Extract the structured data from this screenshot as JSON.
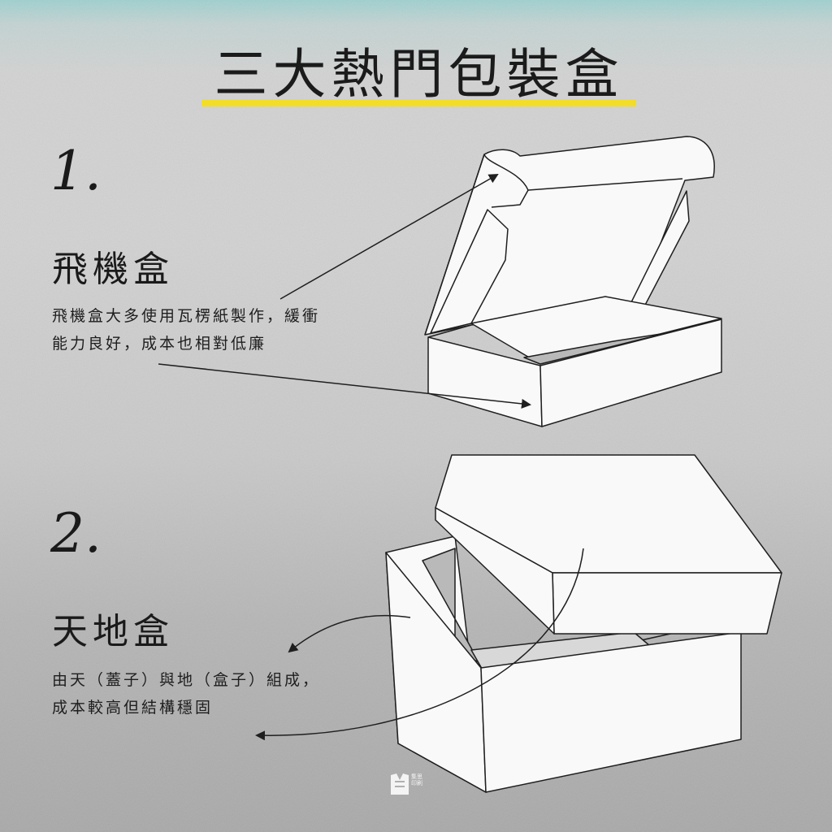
{
  "title": "三大熱門包裝盒",
  "colors": {
    "highlight": "#f2dd2a",
    "box_fill": "#f9f9f9",
    "box_inner": "#b9b9b9",
    "stroke": "#1f1f1f"
  },
  "items": [
    {
      "number": "1.",
      "name": "飛機盒",
      "description_lines": [
        "飛機盒大多使用瓦楞紙製作，緩衝",
        "能力良好，成本也相對低廉"
      ],
      "illustration": "mailer-box-icon"
    },
    {
      "number": "2.",
      "name": "天地盒",
      "description_lines": [
        "由天（蓋子）與地（盒子）組成，",
        "成本較高但結構穩固"
      ],
      "illustration": "lid-and-base-box-icon"
    }
  ],
  "footer": {
    "logo_icon": "brand-logo-icon",
    "logo_text_1": "集思",
    "logo_text_2": "印刷"
  }
}
